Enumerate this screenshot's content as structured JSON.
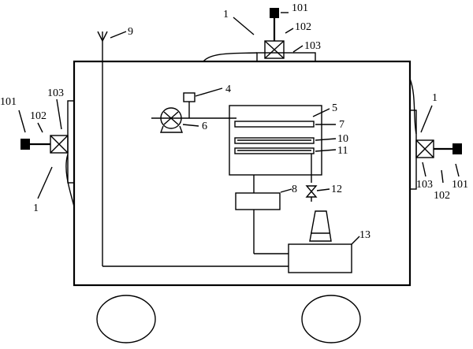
{
  "colors": {
    "stroke": "#000000",
    "background": "#ffffff",
    "cap": "#000000"
  },
  "labels": {
    "l1_top": "1",
    "l101_top": "101",
    "l102_top": "102",
    "l103_top": "103",
    "l9": "9",
    "l4": "4",
    "l5": "5",
    "l6": "6",
    "l7": "7",
    "l10": "10",
    "l11": "11",
    "l8": "8",
    "l12": "12",
    "l13": "13",
    "l101_left": "101",
    "l102_left": "102",
    "l103_left": "103",
    "l1_left": "1",
    "l1_right": "1",
    "l103_right": "103",
    "l102_right": "102",
    "l101_right": "101"
  }
}
